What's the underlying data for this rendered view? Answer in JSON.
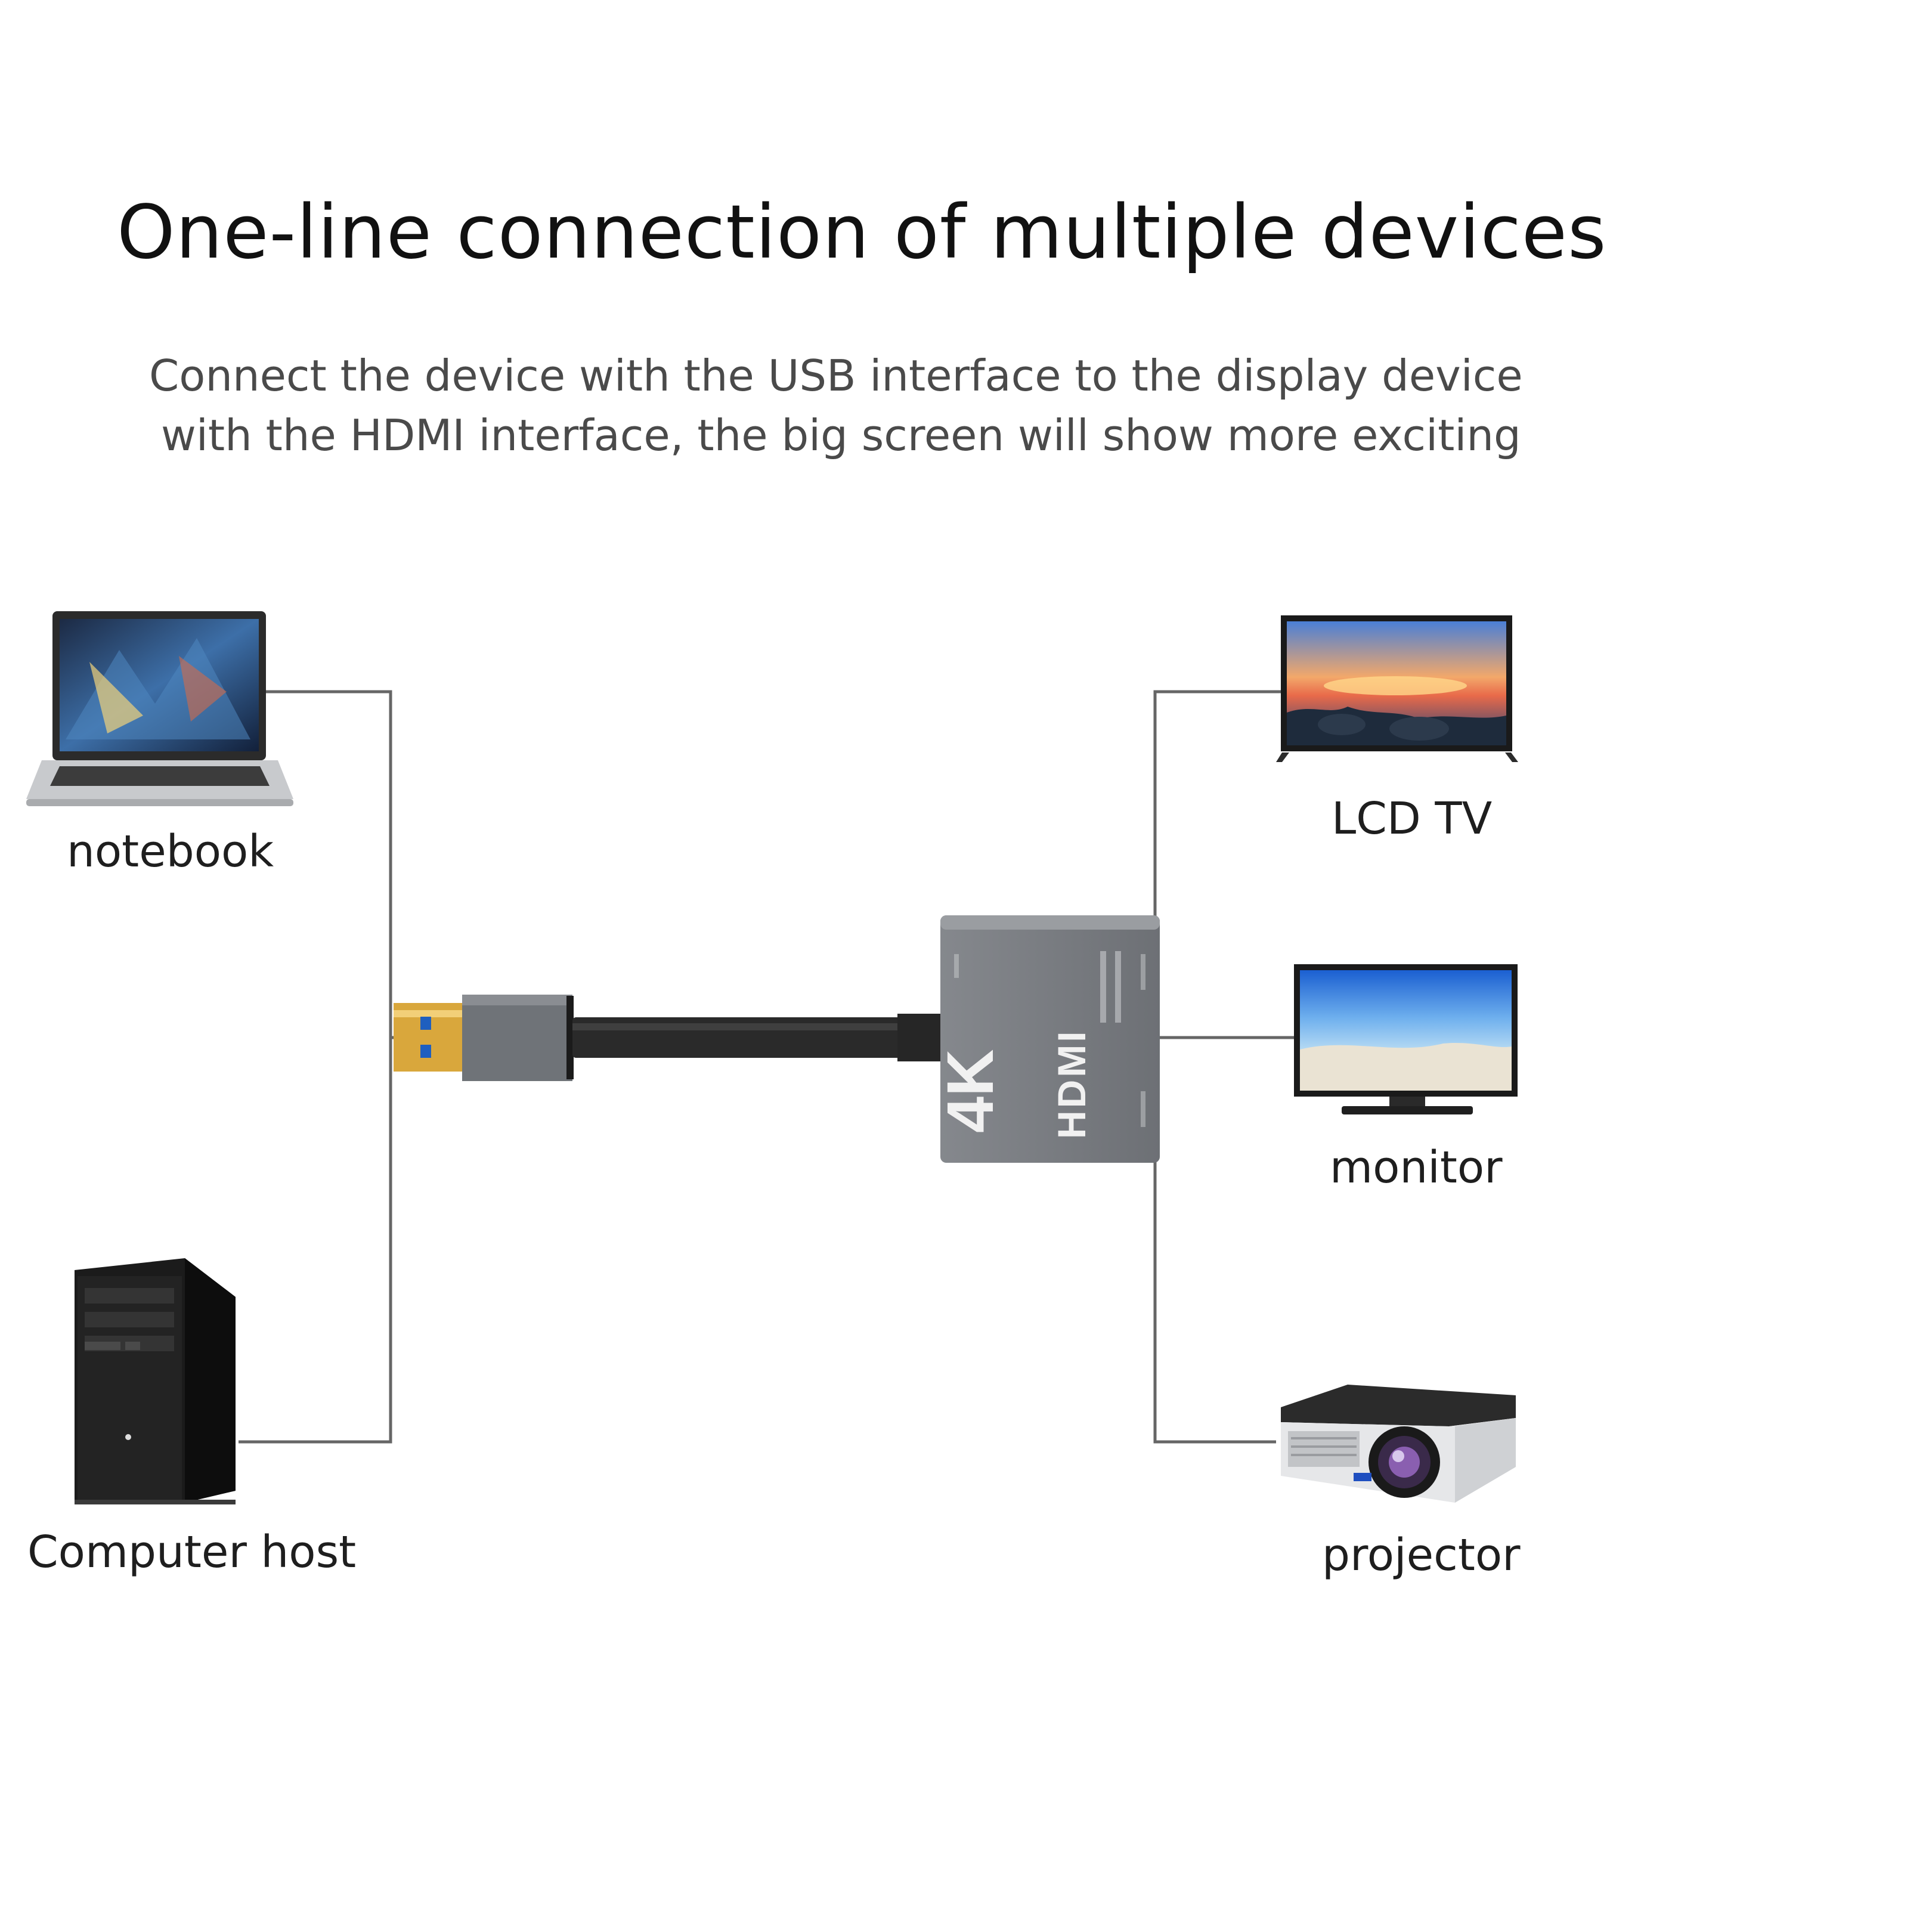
{
  "title": "One-line connection of multiple devices",
  "subtitle": {
    "line1": "Connect the device with the USB interface to the display device",
    "line2": "with the HDMI interface, the big screen will show more exciting"
  },
  "sources": [
    {
      "label": "notebook",
      "icon": "laptop-icon"
    },
    {
      "label": "Computer host",
      "icon": "desktop-tower-icon"
    }
  ],
  "outputs": [
    {
      "label": "LCD TV",
      "icon": "lcd-tv-icon"
    },
    {
      "label": "monitor",
      "icon": "monitor-icon"
    },
    {
      "label": "projector",
      "icon": "projector-icon"
    }
  ],
  "adapter": {
    "brand_text": "HDMI",
    "resolution_text": "4K",
    "icon": "hdmi-capture-adapter-icon",
    "plug_icon": "usb-a-plug-icon"
  },
  "colors": {
    "line": "#666666",
    "adapter_body": "#7c7f84",
    "cable": "#2a2a2a",
    "usb_connector": "#d9a73c",
    "usb_tongue": "#1f5fbf"
  }
}
